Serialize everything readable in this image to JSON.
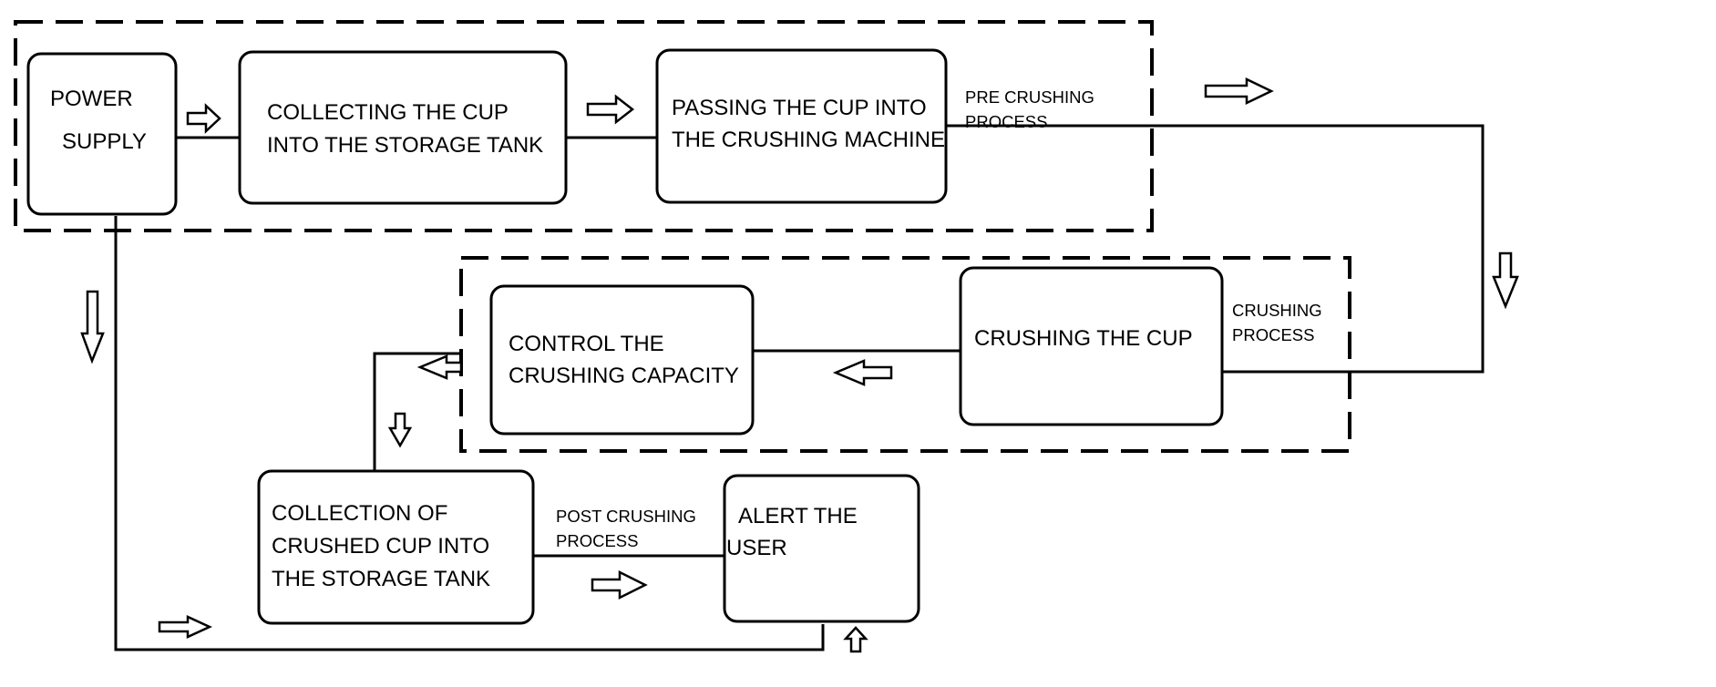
{
  "blocks": {
    "power_supply": {
      "line1": "POWER",
      "line2": "SUPPLY"
    },
    "collect_cup": {
      "line1": "COLLECTING THE CUP",
      "line2": "INTO THE STORAGE TANK"
    },
    "pass_cup": {
      "line1": "PASSING THE CUP   INTO",
      "line2": "THE CRUSHING MACHINE"
    },
    "crushing_cup": {
      "line1": "CRUSHING THE CUP"
    },
    "control_capacity": {
      "line1": "CONTROL THE",
      "line2": "CRUSHING CAPACITY"
    },
    "collection_crushed": {
      "line1": "COLLECTION OF",
      "line2": "CRUSHED CUP INTO",
      "line3": "THE STORAGE TANK"
    },
    "alert_user": {
      "line1": "ALERT THE",
      "line2": "USER"
    }
  },
  "stages": {
    "pre_crushing": {
      "line1": "PRE CRUSHING",
      "line2": "PROCESS"
    },
    "crushing": {
      "line1": "CRUSHING",
      "line2": "PROCESS"
    },
    "post_crushing": {
      "line1": "POST CRUSHING",
      "line2": "PROCESS"
    }
  }
}
